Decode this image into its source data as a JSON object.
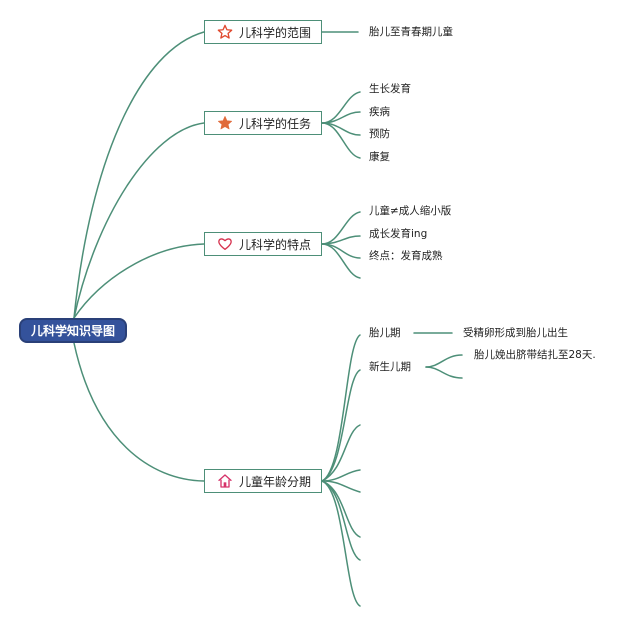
{
  "root": {
    "label": "儿科学知识导图"
  },
  "topics": [
    {
      "label": "儿科学的范围",
      "icon": "star-outline-icon"
    },
    {
      "label": "儿科学的任务",
      "icon": "star-filled-icon"
    },
    {
      "label": "儿科学的特点",
      "icon": "heart-icon"
    },
    {
      "label": "儿童年龄分期",
      "icon": "house-icon"
    }
  ],
  "leaves": {
    "scope": [
      "胎儿至青春期儿童"
    ],
    "tasks": [
      "生长发育",
      "疾病",
      "预防",
      "康复"
    ],
    "features": [
      "儿童≠成人缩小版",
      "成长发育ing",
      "终点：发育成熟"
    ],
    "ages": [
      "胎儿期",
      "新生儿期"
    ],
    "age_details": [
      "受精卵形成到胎儿出生",
      "胎儿娩出脐带结扎至28天."
    ]
  },
  "colors": {
    "branch": "#4d8f78",
    "root_fill": "#34529b",
    "star": "#e0492f",
    "heart": "#d6334f",
    "house": "#d6336a"
  }
}
